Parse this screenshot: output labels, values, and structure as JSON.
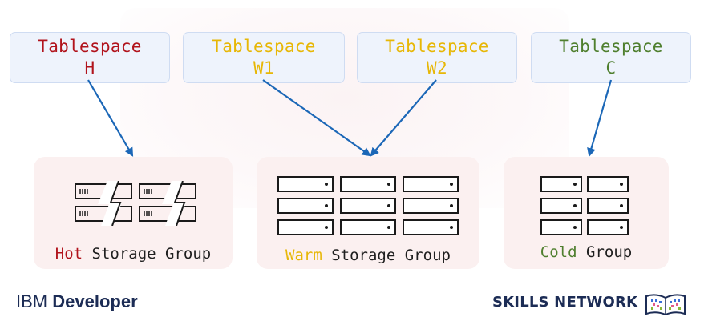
{
  "tablespaces": [
    {
      "line1": "Tablespace",
      "line2": "H",
      "color": "#b1131c"
    },
    {
      "line1": "Tablespace",
      "line2": "W1",
      "color": "#e7b706"
    },
    {
      "line1": "Tablespace",
      "line2": "W2",
      "color": "#e7b706"
    },
    {
      "line1": "Tablespace",
      "line2": "C",
      "color": "#4f7f2e"
    }
  ],
  "groups": {
    "hot": {
      "highlight": "Hot",
      "rest": " Storage Group",
      "color": "#b1131c"
    },
    "warm": {
      "highlight": "Warm",
      "rest": " Storage Group",
      "color": "#e7b706"
    },
    "cold": {
      "highlight": "Cold",
      "rest": " Group",
      "color": "#4f7f2e"
    }
  },
  "icons": {
    "hot": "ssd-drives-icon",
    "warm": "server-rack-icon",
    "cold": "server-rack-icon",
    "arrow_color": "#1b67b7"
  },
  "footer": {
    "ibm_prefix": "IBM",
    "ibm_suffix": "Developer",
    "skills": "SKILLS NETWORK"
  }
}
